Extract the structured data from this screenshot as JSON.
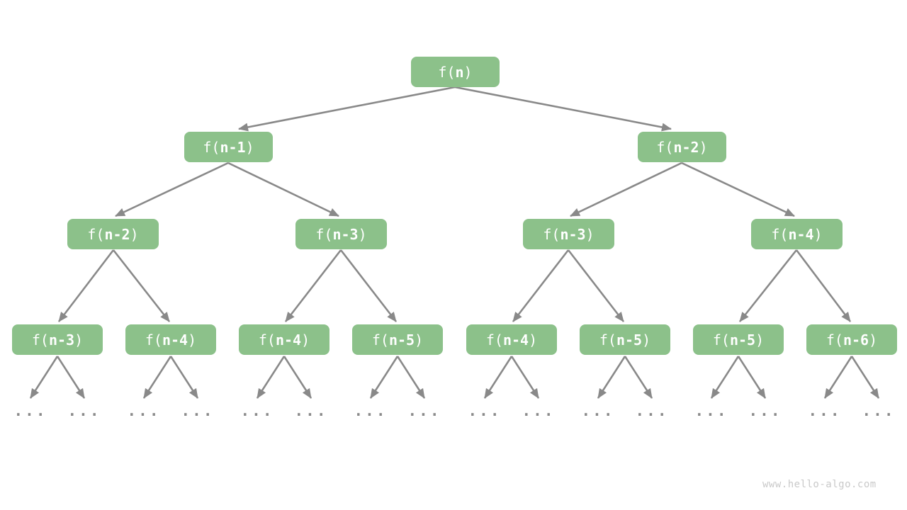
{
  "diagram": {
    "type": "recursion-tree",
    "node_count": 15,
    "levels": 4
  },
  "nodes": [
    {
      "label": "f(n)",
      "pre": "f(",
      "arg": "n",
      "post": ")"
    },
    {
      "label": "f(n-1)",
      "pre": "f(",
      "arg": "n-1",
      "post": ")"
    },
    {
      "label": "f(n-2)",
      "pre": "f(",
      "arg": "n-2",
      "post": ")"
    },
    {
      "label": "f(n-2)",
      "pre": "f(",
      "arg": "n-2",
      "post": ")"
    },
    {
      "label": "f(n-3)",
      "pre": "f(",
      "arg": "n-3",
      "post": ")"
    },
    {
      "label": "f(n-3)",
      "pre": "f(",
      "arg": "n-3",
      "post": ")"
    },
    {
      "label": "f(n-4)",
      "pre": "f(",
      "arg": "n-4",
      "post": ")"
    },
    {
      "label": "f(n-3)",
      "pre": "f(",
      "arg": "n-3",
      "post": ")"
    },
    {
      "label": "f(n-4)",
      "pre": "f(",
      "arg": "n-4",
      "post": ")"
    },
    {
      "label": "f(n-4)",
      "pre": "f(",
      "arg": "n-4",
      "post": ")"
    },
    {
      "label": "f(n-5)",
      "pre": "f(",
      "arg": "n-5",
      "post": ")"
    },
    {
      "label": "f(n-4)",
      "pre": "f(",
      "arg": "n-4",
      "post": ")"
    },
    {
      "label": "f(n-5)",
      "pre": "f(",
      "arg": "n-5",
      "post": ")"
    },
    {
      "label": "f(n-5)",
      "pre": "f(",
      "arg": "n-5",
      "post": ")"
    },
    {
      "label": "f(n-6)",
      "pre": "f(",
      "arg": "n-6",
      "post": ")"
    }
  ],
  "ellipsis": {
    "label": "..."
  },
  "watermark": {
    "text": "www.hello-algo.com"
  },
  "colors": {
    "node_fill": "#8cc18a",
    "node_text": "#ffffff",
    "edge": "#898989",
    "dots": "#8a8a8a",
    "watermark": "#c9c9c9",
    "background": "#ffffff"
  }
}
